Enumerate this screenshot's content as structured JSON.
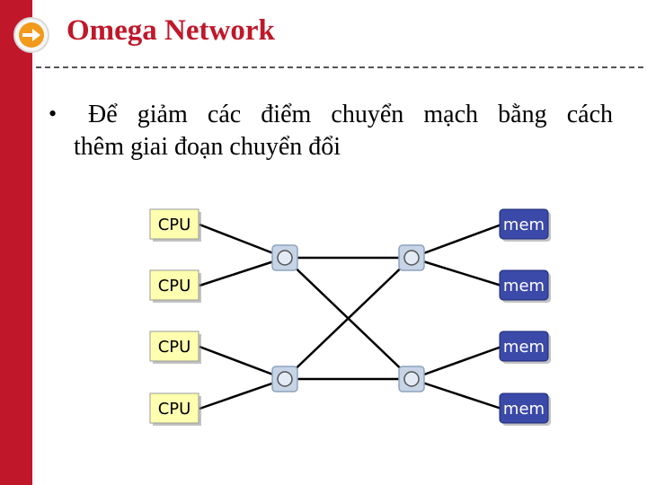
{
  "slide": {
    "title": "Omega Network",
    "bullet_symbol": "•",
    "bullet_line1": "Để giảm các điểm chuyển mạch bằng cách",
    "bullet_line2": "thêm giai đoạn chuyển đổi"
  },
  "diagram": {
    "cpus": [
      "CPU",
      "CPU",
      "CPU",
      "CPU"
    ],
    "mems": [
      "mem",
      "mem",
      "mem",
      "mem"
    ]
  },
  "colors": {
    "accent": "#c0182a",
    "cpu_fill": "#ffffb0",
    "mem_fill": "#3b49a8",
    "switch_fill": "#c6d4e6"
  }
}
